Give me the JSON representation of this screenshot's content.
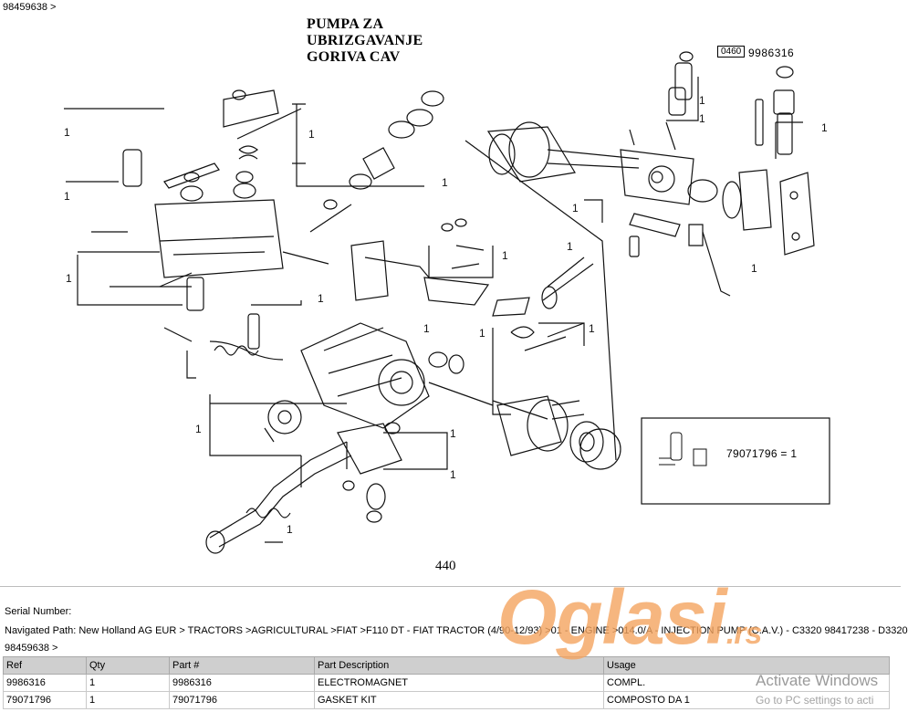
{
  "breadcrumb_top": "98459638 >",
  "diagram": {
    "title_lines": [
      "PUMPA ZA",
      "UBRIZGAVANJE",
      "GORIVA CAV"
    ],
    "page_number": "440",
    "reference_code": "0460",
    "reference_part": "9986316",
    "kit_note": "79071796 = 1",
    "callout_label": "1"
  },
  "info": {
    "serial_label": "Serial Number:",
    "navigated_path": "Navigated Path: New Holland AG EUR > TRACTORS >AGRICULTURAL >FIAT >F110 DT - FIAT TRACTOR (4/90-12/93) >01 - ENGINE >014.0/A - INJECTION PUMP (C.A.V.) - C3320 98417238 - D3320",
    "path_tail": "98459638 >"
  },
  "table": {
    "headers": [
      "Ref",
      "Qty",
      "Part #",
      "Part Description",
      "Usage"
    ],
    "rows": [
      [
        "9986316",
        "1",
        "9986316",
        "ELECTROMAGNET",
        "COMPL."
      ],
      [
        "79071796",
        "1",
        "79071796",
        "GASKET KIT",
        "COMPOSTO DA 1"
      ]
    ]
  },
  "overlay": {
    "watermark": "Oglasi",
    "watermark_tld": ".rs",
    "activate_title": "Activate Windows",
    "activate_sub": "Go to PC settings to acti"
  }
}
